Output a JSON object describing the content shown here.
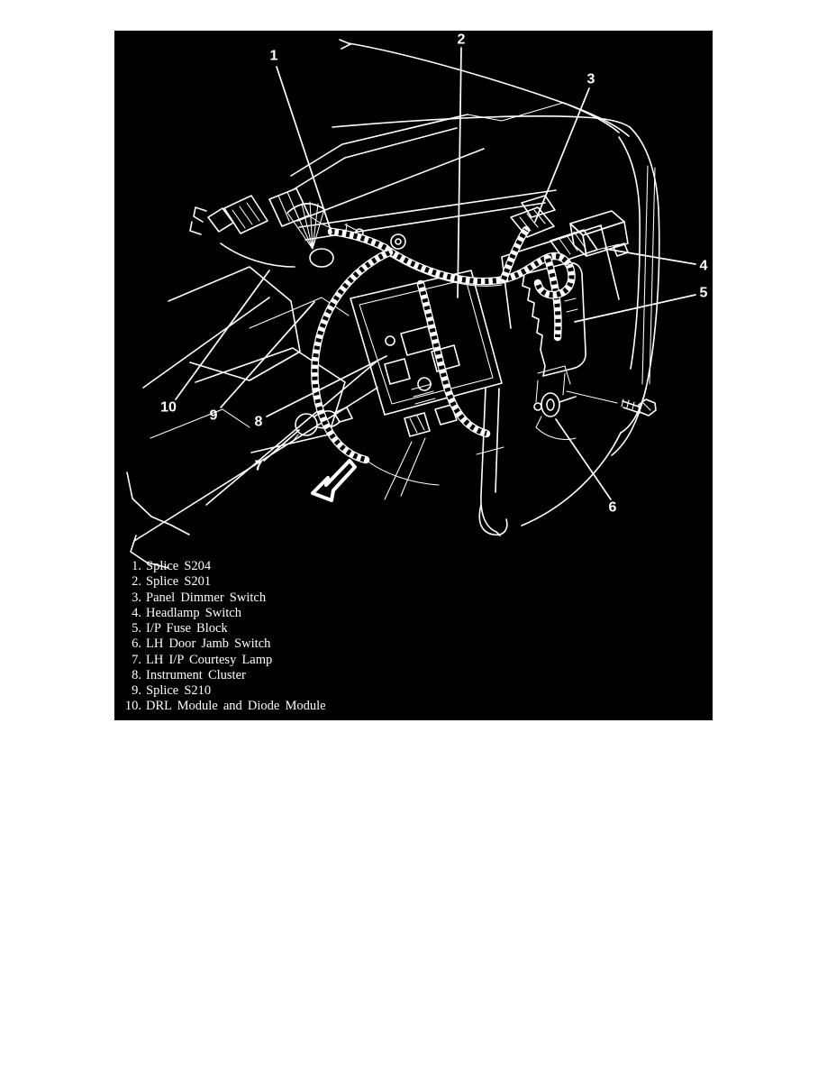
{
  "colors": {
    "page_bg": "#ffffff",
    "figure_bg": "#000000",
    "ink": "#ffffff"
  },
  "callouts": [
    "1",
    "2",
    "3",
    "4",
    "5",
    "6",
    "7",
    "8",
    "9",
    "10"
  ],
  "legend": {
    "items": [
      {
        "num": "1.",
        "label": "Splice S204"
      },
      {
        "num": "2.",
        "label": "Splice S201"
      },
      {
        "num": "3.",
        "label": "Panel Dimmer Switch"
      },
      {
        "num": "4.",
        "label": "Headlamp Switch"
      },
      {
        "num": "5.",
        "label": "I/P Fuse Block"
      },
      {
        "num": "6.",
        "label": "LH Door Jamb Switch"
      },
      {
        "num": "7.",
        "label": "LH I/P Courtesy Lamp"
      },
      {
        "num": "8.",
        "label": "Instrument Cluster"
      },
      {
        "num": "9.",
        "label": "Splice S210"
      },
      {
        "num": "10.",
        "label": "DRL Module and Diode Module"
      }
    ]
  }
}
